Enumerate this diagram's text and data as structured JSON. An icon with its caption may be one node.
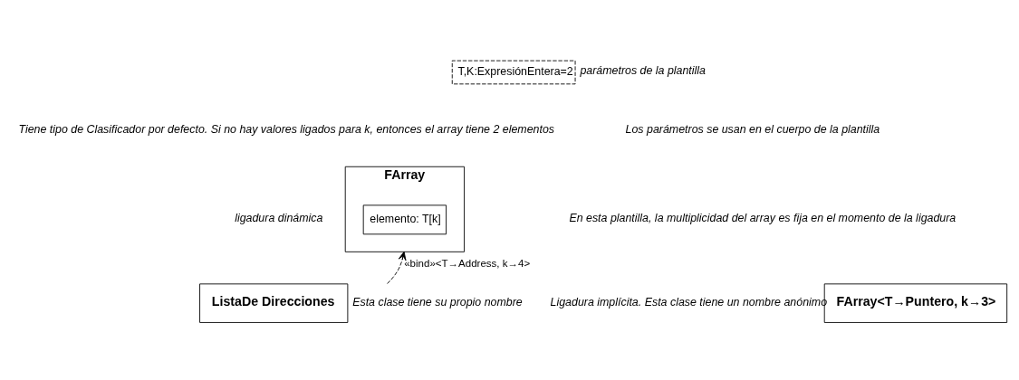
{
  "diagram": {
    "nodes": [
      {
        "text": [
          "FArray"
        ]
      },
      {
        "text": [
          "elemento: T[k]"
        ],
        "in": 0
      },
      {
        "text": [
          "T,K:ExpresiónEntera=2"
        ],
        "beside": [
          "parámetros de la plantilla"
        ]
      },
      {
        "text": [
          "FArray<T→Puntero, k→3>"
        ],
        "beside": [
          "Ligadura implícita. Esta clase tiene un nombre anónimo"
        ]
      },
      {
        "text": [
          "ListaDe Direcciones"
        ],
        "beside": [
          "Esta clase tiene su propio nombre"
        ]
      }
    ],
    "edges": [
      {
        "from": 4,
        "to": 0,
        "arrow": "to",
        "style": "dashed",
        "label": "«bind»<T→Address, k→4>"
      }
    ],
    "labels": [
      "Tiene tipo de Clasificador por defecto. Si no hay valores ligados para k, entonces el array tiene 2 elementos",
      "Los parámetros se usan en el cuerpo de la plantilla",
      "En esta plantilla, la multiplicidad del array es fija en el momento de la ligadura",
      "ligadura dinámica"
    ]
  }
}
